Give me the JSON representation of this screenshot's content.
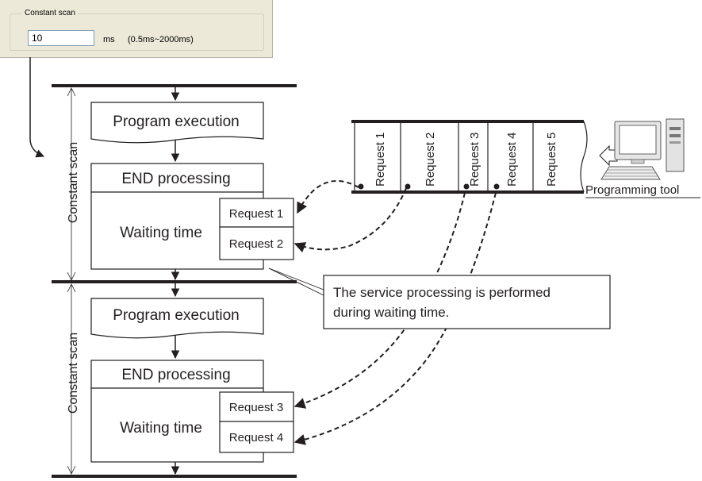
{
  "dialog": {
    "group_title": "Constant scan",
    "scan_value": "10",
    "unit": "ms",
    "range": "(0.5ms~2000ms)"
  },
  "scan_labels": [
    "Constant scan",
    "Constant scan"
  ],
  "blocks": {
    "program_execution": "Program execution",
    "end_processing": "END processing",
    "waiting_time": "Waiting time"
  },
  "requests": [
    "Request 1",
    "Request 2",
    "Request 3",
    "Request 4",
    "Request 5"
  ],
  "programming_tool": "Programming tool",
  "callout": {
    "line1": "The service processing is performed",
    "line2": "during waiting time."
  }
}
